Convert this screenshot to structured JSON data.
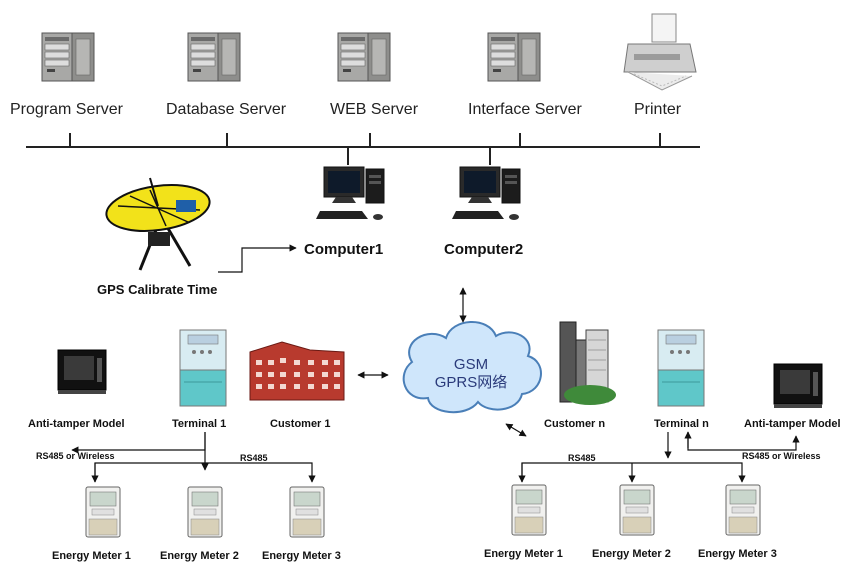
{
  "servers": [
    {
      "label": "Program Server",
      "icon": "server-icon"
    },
    {
      "label": "Database Server",
      "icon": "server-icon"
    },
    {
      "label": "WEB Server",
      "icon": "server-icon"
    },
    {
      "label": "Interface Server",
      "icon": "server-icon"
    },
    {
      "label": "Printer",
      "icon": "printer-icon"
    }
  ],
  "computers": [
    {
      "label": "Computer1",
      "icon": "desktop-computer-icon"
    },
    {
      "label": "Computer2",
      "icon": "desktop-computer-icon"
    }
  ],
  "gps": {
    "label": "GPS Calibrate Time",
    "icon": "satellite-dish-icon"
  },
  "network": {
    "line1": "GSM",
    "line2": "GPRS网络",
    "icon": "cloud-icon"
  },
  "left_group": {
    "anti_tamper": "Anti-tamper Model",
    "terminal": "Terminal 1",
    "customer": "Customer 1",
    "link_wireless": "RS485 or Wireless",
    "link_bus": "RS485",
    "meters": [
      "Energy Meter 1",
      "Energy Meter 2",
      "Energy Meter 3"
    ]
  },
  "right_group": {
    "customer": "Customer n",
    "terminal": "Terminal n",
    "anti_tamper": "Anti-tamper Model",
    "link_wireless": "RS485 or Wireless",
    "link_bus": "RS485",
    "meters": [
      "Energy Meter 1",
      "Energy Meter 2",
      "Energy Meter 3"
    ]
  },
  "colors": {
    "server_body": "#9a9a98",
    "meter_teal": "#5fc7c9",
    "building_red": "#b83a2e",
    "cloud_fill": "#cfe6fb",
    "dish_yellow": "#f2e21a"
  }
}
